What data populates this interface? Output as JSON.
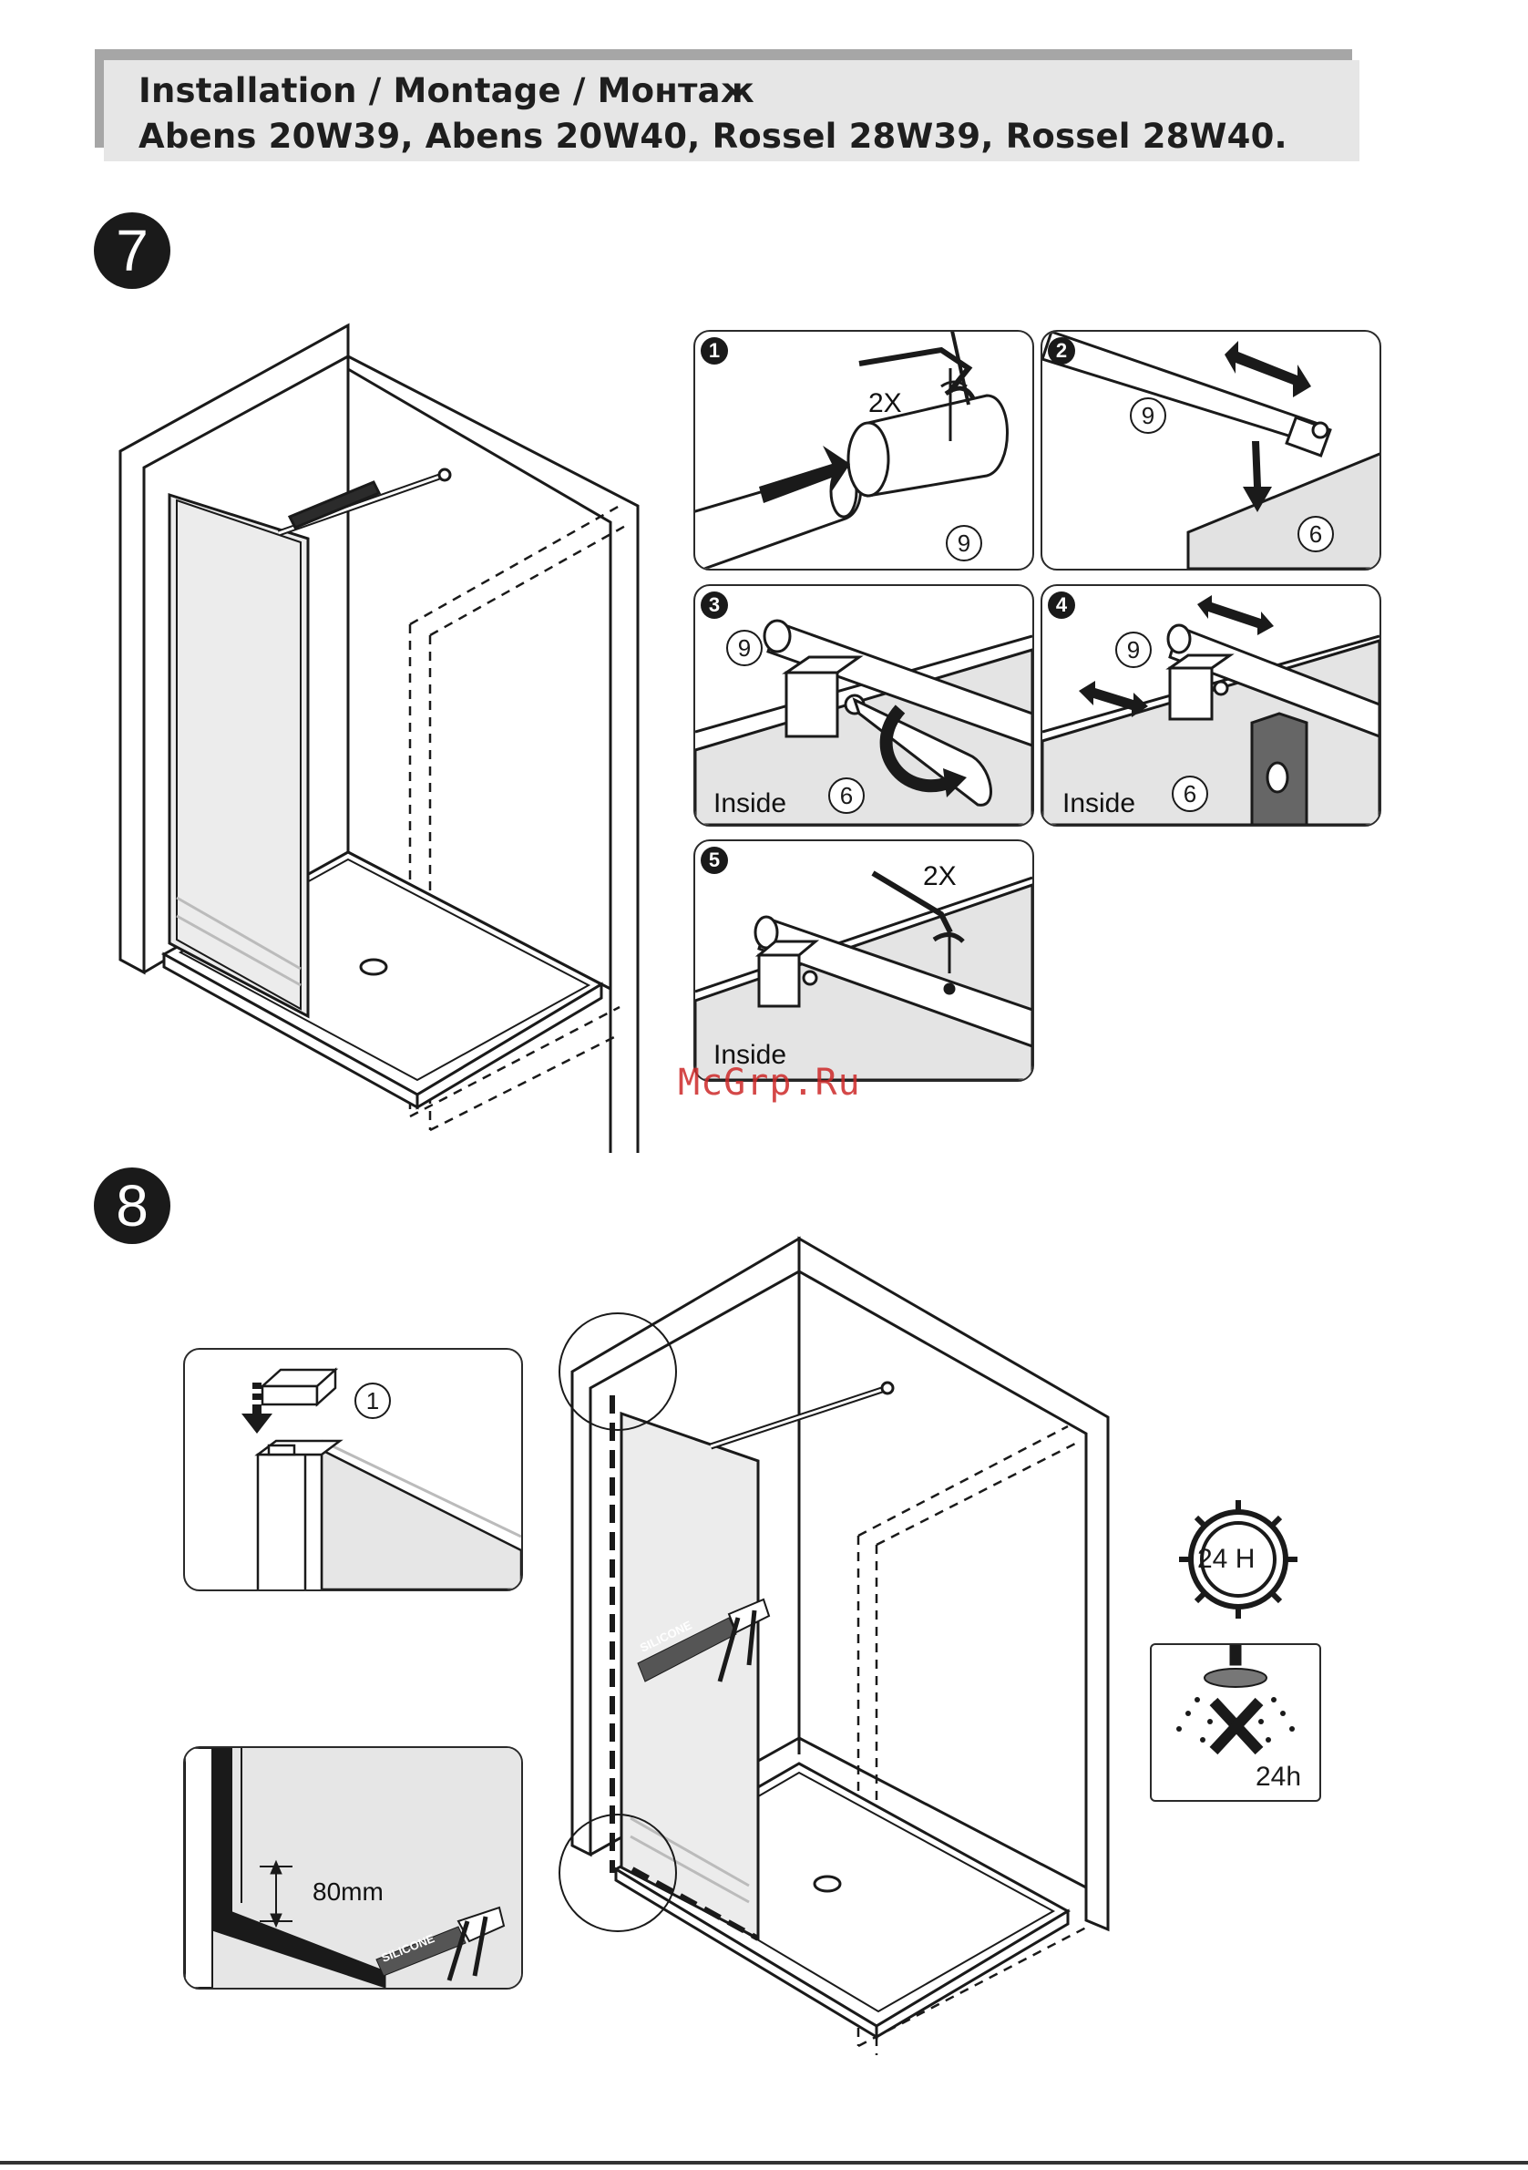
{
  "header": {
    "title": "Installation / Montage / Монтаж",
    "models": "Abens 20W39, Abens 20W40, Rossel 28W39, Rossel 28W40."
  },
  "step7": {
    "number": "7",
    "panels": [
      {
        "number": "1",
        "count_label": "2X",
        "refs": [
          "9"
        ]
      },
      {
        "number": "2",
        "refs": [
          "9",
          "6"
        ]
      },
      {
        "number": "3",
        "inside_label": "Inside",
        "refs": [
          "9",
          "6"
        ]
      },
      {
        "number": "4",
        "inside_label": "Inside",
        "refs": [
          "9",
          "6"
        ]
      },
      {
        "number": "5",
        "count_label": "2X",
        "inside_label": "Inside"
      }
    ]
  },
  "watermark": "McGrp.Ru",
  "step8": {
    "number": "8",
    "cap_panel": {
      "ref": "1"
    },
    "silicone_panel": {
      "dimension": "80mm",
      "tube_text": "SILICONE"
    },
    "main_tube_text": "SILICONE",
    "cure_timer": {
      "label": "24 H"
    },
    "no_shower": {
      "label": "24h"
    }
  },
  "colors": {
    "ink": "#1a1a1a",
    "header_bg": "#e6e6e6",
    "header_bar": "#a6a6a6",
    "glass": "#e9e9e9",
    "wall": "#ffffff",
    "panel_fill": "#e8e8e8",
    "watermark": "#cd2828"
  }
}
